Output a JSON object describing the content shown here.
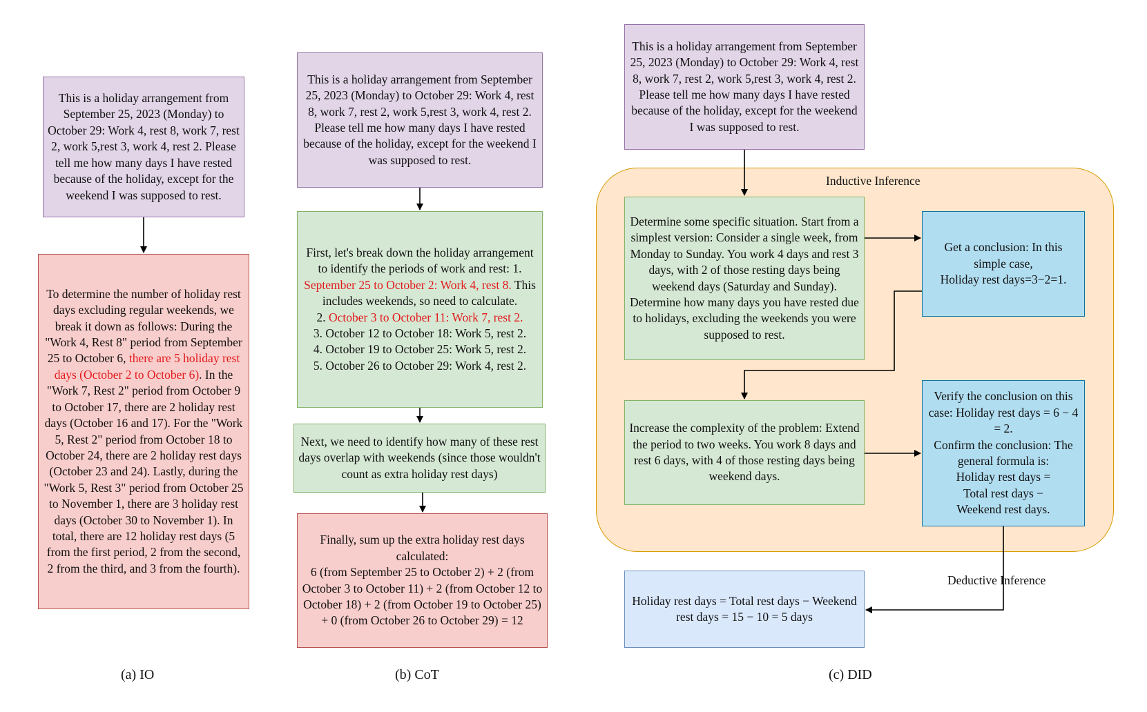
{
  "io": {
    "question": "This is a holiday arrangement from September 25, 2023 (Monday) to October 29: Work 4, rest 8, work 7, rest 2, work 5,rest 3, work 4, rest 2. Please tell me how many days I have rested because of the holiday, except for the weekend I was supposed to rest.",
    "answer_a": "To determine the number of holiday rest days excluding regular weekends, we break it down as follows: During the \"Work 4, Rest 8\" period from September 25 to October 6, ",
    "answer_highlight": "there are 5 holiday rest days (October 2 to October 6)",
    "answer_b": ". In the \"Work 7, Rest 2\" period from October 9 to October 17, there are 2 holiday rest days (October 16 and 17). For the \"Work 5, Rest 2\" period from October 18 to October 24, there are 2 holiday rest days (October 23 and 24). Lastly, during the \"Work 5, Rest 3\" period from October 25 to November 1, there are 3 holiday rest days (October 30 to November 1). In total, there are 12 holiday rest days (5 from the first period, 2 from the second, 2 from the third, and 3 from the fourth).",
    "caption": "(a) IO"
  },
  "cot": {
    "question": "This is a holiday arrangement from September 25, 2023 (Monday) to October 29: Work 4, rest 8, work 7, rest 2, work 5,rest 3, work 4, rest 2. Please tell me how many days I have rested because of the holiday, except for the weekend I was supposed to rest.",
    "step1_intro": "First, let's break down the holiday arrangement to identify the periods of work and rest: 1. ",
    "step1_hl1": "September 25 to October 2: Work 4, rest 8.",
    "step1_mid": " This includes weekends, so need to calculate.",
    "step1_num2": "2. ",
    "step1_hl2": "October 3 to October 11: Work 7, rest 2.",
    "step1_line3": "3. October 12 to October 18: Work 5, rest 2.",
    "step1_line4": "4. October 19 to October 25: Work 5, rest 2.",
    "step1_line5": "5. October 26 to October 29: Work 4, rest 2.",
    "step2": "Next, we need to identify how many of these rest days overlap with weekends (since those wouldn't count as extra holiday rest days)",
    "step3_line1": "Finally, sum up the extra holiday rest days calculated:",
    "step3_line2": "6 (from September 25 to October 2) + 2 (from October 3 to October 11) + 2 (from October 12 to October 18) + 2 (from October 19 to October 25) + 0 (from October 26 to October 29) = 12",
    "caption": "(b) CoT"
  },
  "did": {
    "question": "This is a holiday arrangement from September 25, 2023 (Monday) to October 29: Work 4, rest 8, work 7, rest 2, work 5,rest 3, work 4, rest 2. Please tell me how many days I have rested because of the holiday, except for the weekend I was supposed to rest.",
    "inductive_label": "Inductive Inference",
    "specific": "Determine some specific situation. Start from a simplest version: Consider a single week, from Monday to Sunday. You work 4 days and rest 3 days, with 2 of those resting days being weekend days (Saturday and Sunday). Determine how many days you have rested due to holidays, excluding the weekends you were supposed to rest.",
    "conclusion_line1": "Get a conclusion: In this simple case,",
    "conclusion_line2": "Holiday rest days=3−2=1.",
    "complexity": "Increase the complexity of the problem: Extend the period to two weeks. You work 8 days and rest 6 days, with 4 of those resting days being weekend days.",
    "verify_line1": "Verify the conclusion on this case: Holiday rest days = 6 − 4 = 2.",
    "verify_line2": "Confirm the conclusion: The general formula is:",
    "verify_line3": "Holiday rest days =",
    "verify_line4": "Total rest days −",
    "verify_line5": "Weekend rest days.",
    "deductive_label": "Deductive Inference",
    "result": "Holiday rest days = Total rest days − Weekend rest days = 15 − 10 = 5 days",
    "caption": "(c) DID"
  },
  "colors": {
    "purple_fill": "#e1d5e7",
    "red_fill": "#f8cecc",
    "green_fill": "#d5e8d4",
    "cyan_fill": "#b1ddf0",
    "blue_fill": "#dae8fc",
    "region_fill": "#ffe6cc",
    "highlight_text": "#e31a1c"
  }
}
